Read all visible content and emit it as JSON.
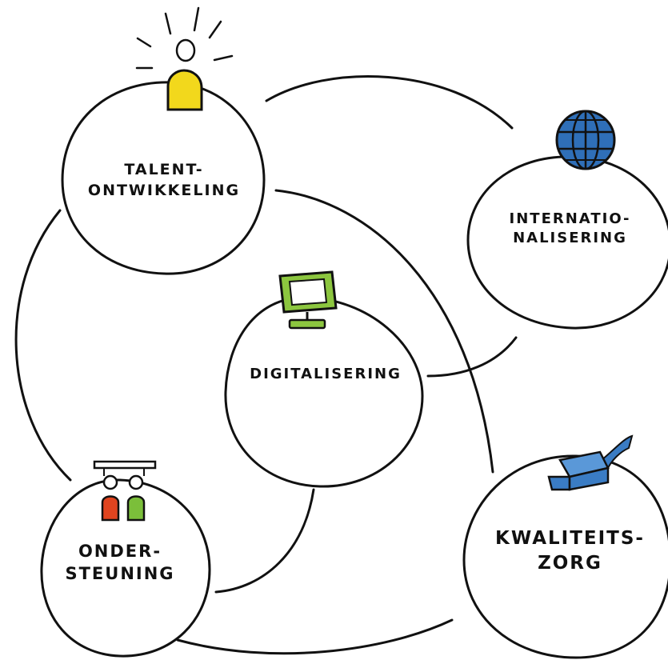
{
  "nodes": {
    "talent": {
      "line1": "TALENT-",
      "line2": "ONTWIKKELING"
    },
    "internationalisering": {
      "line1": "INTERNATIO-",
      "line2": "NALISERING"
    },
    "digitalisering": {
      "line1": "DIGITALISERING"
    },
    "ondersteuning": {
      "line1": "ONDER-",
      "line2": "STEUNING"
    },
    "kwaliteitszorg": {
      "line1": "KWALITEITS-",
      "line2": "ZORG"
    }
  },
  "icons": {
    "talent": "lightbulb-icon",
    "internationalisering": "globe-icon",
    "digitalisering": "monitor-icon",
    "ondersteuning": "people-icon",
    "kwaliteitszorg": "box-icon"
  },
  "colors": {
    "ink": "#111111",
    "bulb": "#f2d81c",
    "globe": "#2f6fb8",
    "monitor": "#8cc63f",
    "box": "#3a7cc4",
    "person_red": "#e0441f",
    "person_green": "#7bbf3a"
  }
}
